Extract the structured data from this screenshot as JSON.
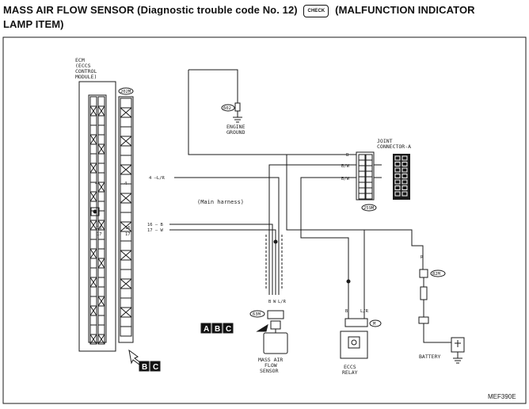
{
  "title": {
    "line1": "MASS AIR FLOW SENSOR (Diagnostic trouble code No. 12)",
    "check_icon_text": "CHECK",
    "line1_tail": "(MALFUNCTION INDICATOR",
    "line2": "LAMP ITEM)"
  },
  "ecm": {
    "label_lines": [
      "ECM",
      "(ECCS",
      "CONTROL",
      "MODULE)"
    ],
    "connector_code": "202M",
    "pins": [
      "4",
      "16",
      "17"
    ]
  },
  "engine_ground": {
    "connector_code": "602",
    "label_lines": [
      "ENGINE",
      "GROUND"
    ]
  },
  "joint_connector": {
    "label_lines": [
      "JOINT",
      "CONNECTOR-A"
    ],
    "connector_code": "259M"
  },
  "wires": {
    "b": "B",
    "bw1": "B/W",
    "bw2": "B/W",
    "pin4": "4 —L/R",
    "pin16": "16 — B",
    "pin17": "17 — W"
  },
  "main_harness": "(Main harness)",
  "maf_sensor": {
    "connector_code": "63M",
    "label_lines": [
      "MASS AIR",
      "FLOW",
      "SENSOR"
    ],
    "pins": [
      "B",
      "W",
      "L/R"
    ]
  },
  "eccs_relay": {
    "connector_code": "M",
    "label_lines": [
      "ECCS",
      "RELAY"
    ],
    "pins": [
      "B",
      "L/R"
    ]
  },
  "battery": {
    "label": "BATTERY",
    "fuse_connector_code": "82M",
    "wire": "R"
  },
  "callouts": {
    "maf": [
      "A",
      "B",
      "C"
    ],
    "ecm": [
      "B",
      "C"
    ]
  },
  "figure_id": "MEF390E"
}
